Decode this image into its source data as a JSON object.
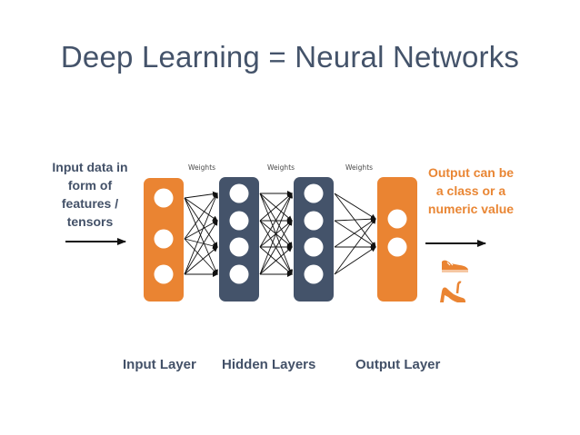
{
  "title": "Deep Learning = Neural Networks",
  "input_text": "Input data in form of features / tensors",
  "output_text": "Output can be a class or a numeric value",
  "weights_labels": [
    "Weights",
    "Weights",
    "Weights"
  ],
  "layer_labels": {
    "input": "Input Layer",
    "hidden": "Hidden Layers",
    "output": "Output Layer"
  },
  "layers": [
    {
      "kind": "input",
      "nodes": 3,
      "color": "#ea8432"
    },
    {
      "kind": "hidden",
      "nodes": 4,
      "color": "#44536a"
    },
    {
      "kind": "hidden",
      "nodes": 4,
      "color": "#44536a"
    },
    {
      "kind": "output",
      "nodes": 2,
      "color": "#ea8432"
    }
  ],
  "colors": {
    "title": "#44536a",
    "accent": "#ea8432",
    "dark": "#44536a"
  },
  "icons": [
    "sneaker-icon",
    "high-heel-icon"
  ]
}
